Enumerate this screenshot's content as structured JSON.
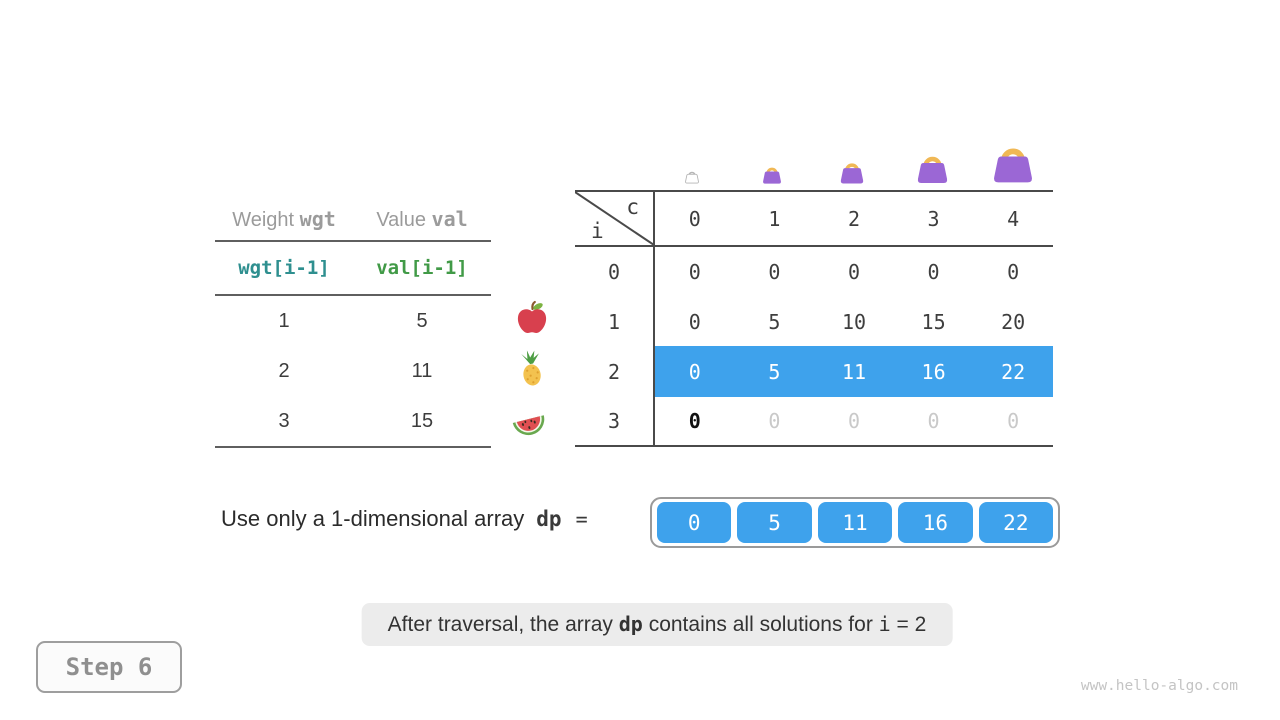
{
  "page": {
    "step_label": "Step 6",
    "watermark": "www.hello-algo.com"
  },
  "colors": {
    "highlight_blue": "#3EA2EC",
    "wgt_teal": "#2E8F8F",
    "val_green": "#419A47",
    "muted_gray": "#c9c9c9",
    "line_dark": "#4a4a4a"
  },
  "item_table": {
    "header_weight_prefix": "Weight ",
    "header_weight_code": "wgt",
    "header_value_prefix": "Value ",
    "header_value_code": "val",
    "code_row": {
      "wgt": "wgt[i-1]",
      "val": "val[i-1]"
    },
    "rows": [
      {
        "weight": "1",
        "value": "5"
      },
      {
        "weight": "2",
        "value": "11"
      },
      {
        "weight": "3",
        "value": "15"
      }
    ],
    "fruit_icons": [
      "apple-icon",
      "pineapple-icon",
      "watermelon-icon"
    ]
  },
  "dp_table": {
    "corner": {
      "col_var": "c",
      "row_var": "i"
    },
    "col_headers": [
      "0",
      "1",
      "2",
      "3",
      "4"
    ],
    "bag_icons": [
      "bag-empty-icon",
      "bag-small-icon",
      "bag-medium-icon",
      "bag-large-icon",
      "bag-xlarge-icon"
    ],
    "rows": [
      {
        "label": "0",
        "cells": [
          "0",
          "0",
          "0",
          "0",
          "0"
        ],
        "highlight": false
      },
      {
        "label": "1",
        "cells": [
          "0",
          "5",
          "10",
          "15",
          "20"
        ],
        "highlight": false
      },
      {
        "label": "2",
        "cells": [
          "0",
          "5",
          "11",
          "16",
          "22"
        ],
        "highlight": true
      },
      {
        "label": "3",
        "cells": [
          "0",
          "0",
          "0",
          "0",
          "0"
        ],
        "highlight": false
      }
    ]
  },
  "dp_array": {
    "label_prefix": "Use only a 1-dimensional array",
    "var_name": "dp",
    "equals": "=",
    "values": [
      "0",
      "5",
      "11",
      "16",
      "22"
    ]
  },
  "caption": {
    "part1": "After traversal, the array ",
    "code1": "dp",
    "part2": " contains all solutions for ",
    "code2": "i",
    "part3": " = 2"
  }
}
